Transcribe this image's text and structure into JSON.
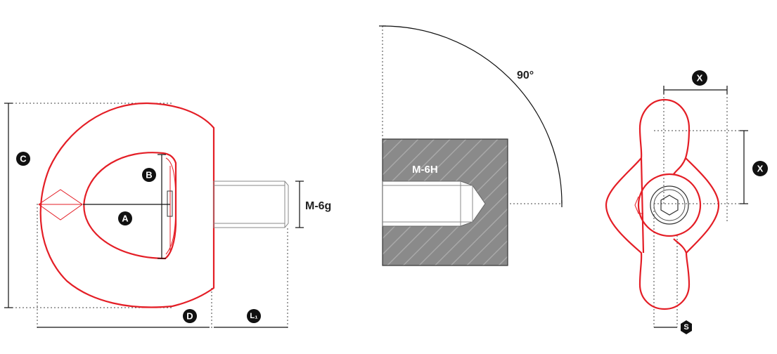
{
  "left_view": {
    "badges": {
      "a": "A",
      "b": "B",
      "c": "C",
      "d": "D",
      "l1": "L₁"
    },
    "thread_label": "M-6g"
  },
  "middle_view": {
    "angle_label": "90°",
    "thread_label": "M-6H"
  },
  "right_view": {
    "badges": {
      "x_top": "X",
      "x_side": "X",
      "s": "S"
    }
  },
  "colors": {
    "outline": "#e41e26",
    "block_fill": "#8a8a8a",
    "badge": "#111111"
  }
}
